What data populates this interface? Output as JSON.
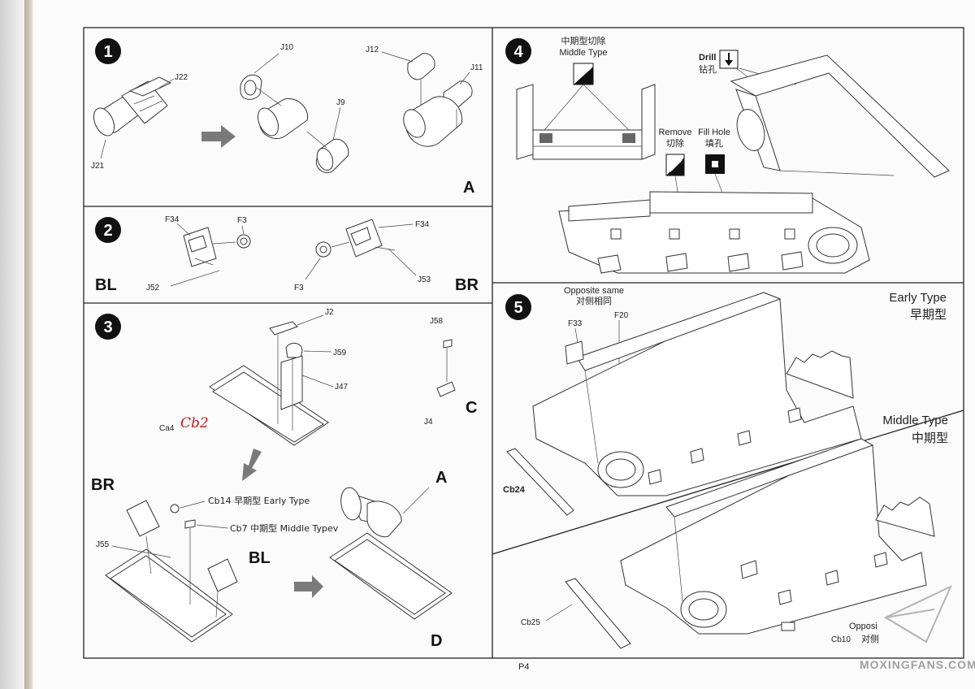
{
  "page": {
    "number": "P4"
  },
  "watermark": {
    "text": "MOXINGFANS.COM"
  },
  "steps": [
    {
      "number": "1",
      "sublabel": "A",
      "parts": [
        "J22",
        "J21",
        "J10",
        "J9",
        "J12",
        "J11"
      ]
    },
    {
      "number": "2",
      "left_label": "BL",
      "right_label": "BR",
      "parts_left": [
        "F34",
        "F3",
        "J52"
      ],
      "parts_right": [
        "F3",
        "F34",
        "J53"
      ]
    },
    {
      "number": "3",
      "parts": [
        "J2",
        "J59",
        "J47",
        "Ca4",
        "J58",
        "J4",
        "J55"
      ],
      "sub_c": "C",
      "sub_d": "D",
      "sub_a": "A",
      "sub_br": "BR",
      "sub_bl": "BL",
      "handwritten": "Cb2",
      "callouts": {
        "cb14": "Cb14 早期型 Early Type",
        "cb7": "Cb7 中期型 Middle Typev"
      }
    },
    {
      "number": "4",
      "middle_type_cn": "中期型切除",
      "middle_type_en": "Middle Type",
      "drill_en": "Drill",
      "drill_cn": "钻孔",
      "remove_en": "Remove",
      "remove_cn": "切除",
      "fill_en": "Fill Hole",
      "fill_cn": "填孔"
    },
    {
      "number": "5",
      "early_en": "Early Type",
      "early_cn": "早期型",
      "middle_en": "Middle Type",
      "middle_cn": "中期型",
      "opposite_en": "Opposite same",
      "opposite_cn": "对侧相同",
      "parts": [
        "F33",
        "F20",
        "Cb24",
        "Cb25",
        "Cb10"
      ],
      "opposite_cut_en": "Opposi",
      "opposite_cut_cn": "对侧"
    }
  ]
}
